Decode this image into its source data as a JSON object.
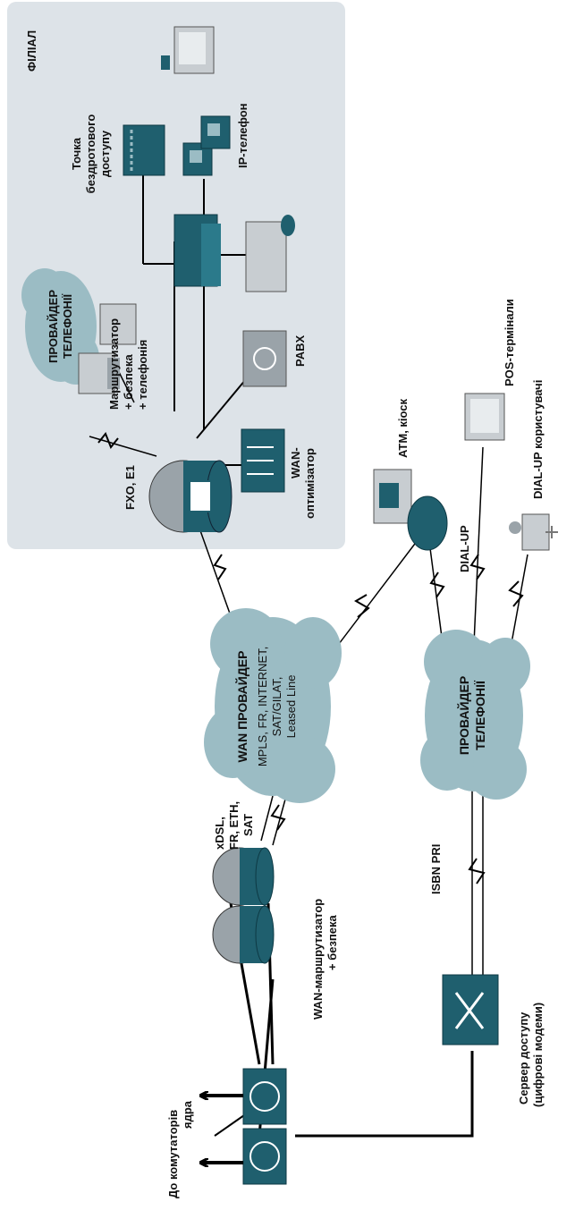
{
  "colors": {
    "branch_bg": "#dde3e8",
    "cloud": "#9bbcc4",
    "device_teal": "#1f5f6e",
    "device_gray": "#9aa3a9",
    "line": "#000000"
  },
  "branch": {
    "title": "ФІЛІАЛ",
    "telephony_provider": [
      "ПРОВАЙДЕР",
      "ТЕЛЕФОНІЇ"
    ],
    "fxo_label": "FXO, E1",
    "router_label": [
      "Маршрутизатор",
      "+ безпека",
      "+ телефонія"
    ],
    "wan_optimizer_label": [
      "WAN-",
      "оптимізатор"
    ],
    "pabx_label": "PABX",
    "wireless_label": [
      "Точка",
      "бездротового",
      "доступу"
    ],
    "ip_phone_label": "IP-телефон"
  },
  "wan_provider": {
    "title": "WAN ПРОВАЙДЕР",
    "services": [
      "MPLS, FR, INTERNET,",
      "SAT/GILAT,",
      "Leased Line"
    ]
  },
  "wan_router": {
    "link_label": [
      "xDSL,",
      "FR, ETH,",
      "SAT"
    ],
    "label": [
      "WAN-маршрутизатор",
      "+ безпека"
    ]
  },
  "core": {
    "label": [
      "До комутаторів",
      "ядра"
    ]
  },
  "telephony_provider": [
    "ПРОВАЙДЕР",
    "ТЕЛЕФОНІЇ"
  ],
  "access_server": {
    "link_label": "ISBN PRI",
    "label": [
      "Сервер доступу",
      "(цифрові модеми)"
    ]
  },
  "dialup": {
    "atm_label": "ATM, кіоск",
    "dialup_label": "DIAL-UP",
    "pos_label": "POS-термінали",
    "users_label": "DIAL-UP користувачі"
  },
  "icons": [
    "router-icon",
    "multilayer-switch-icon",
    "wan-optimizer-icon",
    "pabx-icon",
    "wireless-ap-icon",
    "ip-phone-icon",
    "server-icon",
    "fax-icon",
    "workstation-icon",
    "access-server-icon",
    "atm-icon",
    "pos-terminal-icon",
    "dialup-user-icon",
    "cloud-icon"
  ]
}
